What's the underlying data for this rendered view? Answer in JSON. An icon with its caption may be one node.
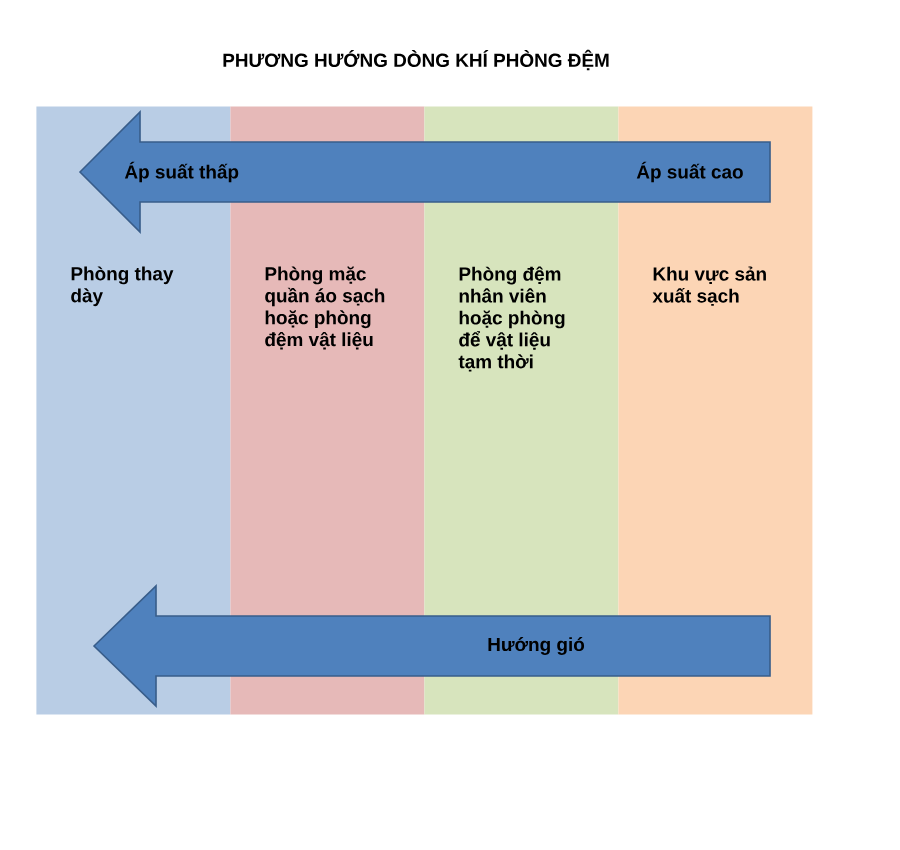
{
  "diagram": {
    "title": "PHƯƠNG HƯỚNG DÒNG KHÍ PHÒNG ĐỆM",
    "nodes": [
      {
        "text": [
          "Phòng thay dày"
        ]
      },
      {
        "text": [
          "Phòng mặc quần áo sạch hoặc phòng đệm vật liệu"
        ]
      },
      {
        "text": [
          "Phòng đệm nhân viên hoặc phòng để vật liệu tạm thời"
        ]
      },
      {
        "text": [
          "Khu vực sản xuất sạch"
        ]
      }
    ],
    "labels": [
      "Áp suất thấp",
      "Áp suất cao",
      "Hướng gió"
    ]
  }
}
